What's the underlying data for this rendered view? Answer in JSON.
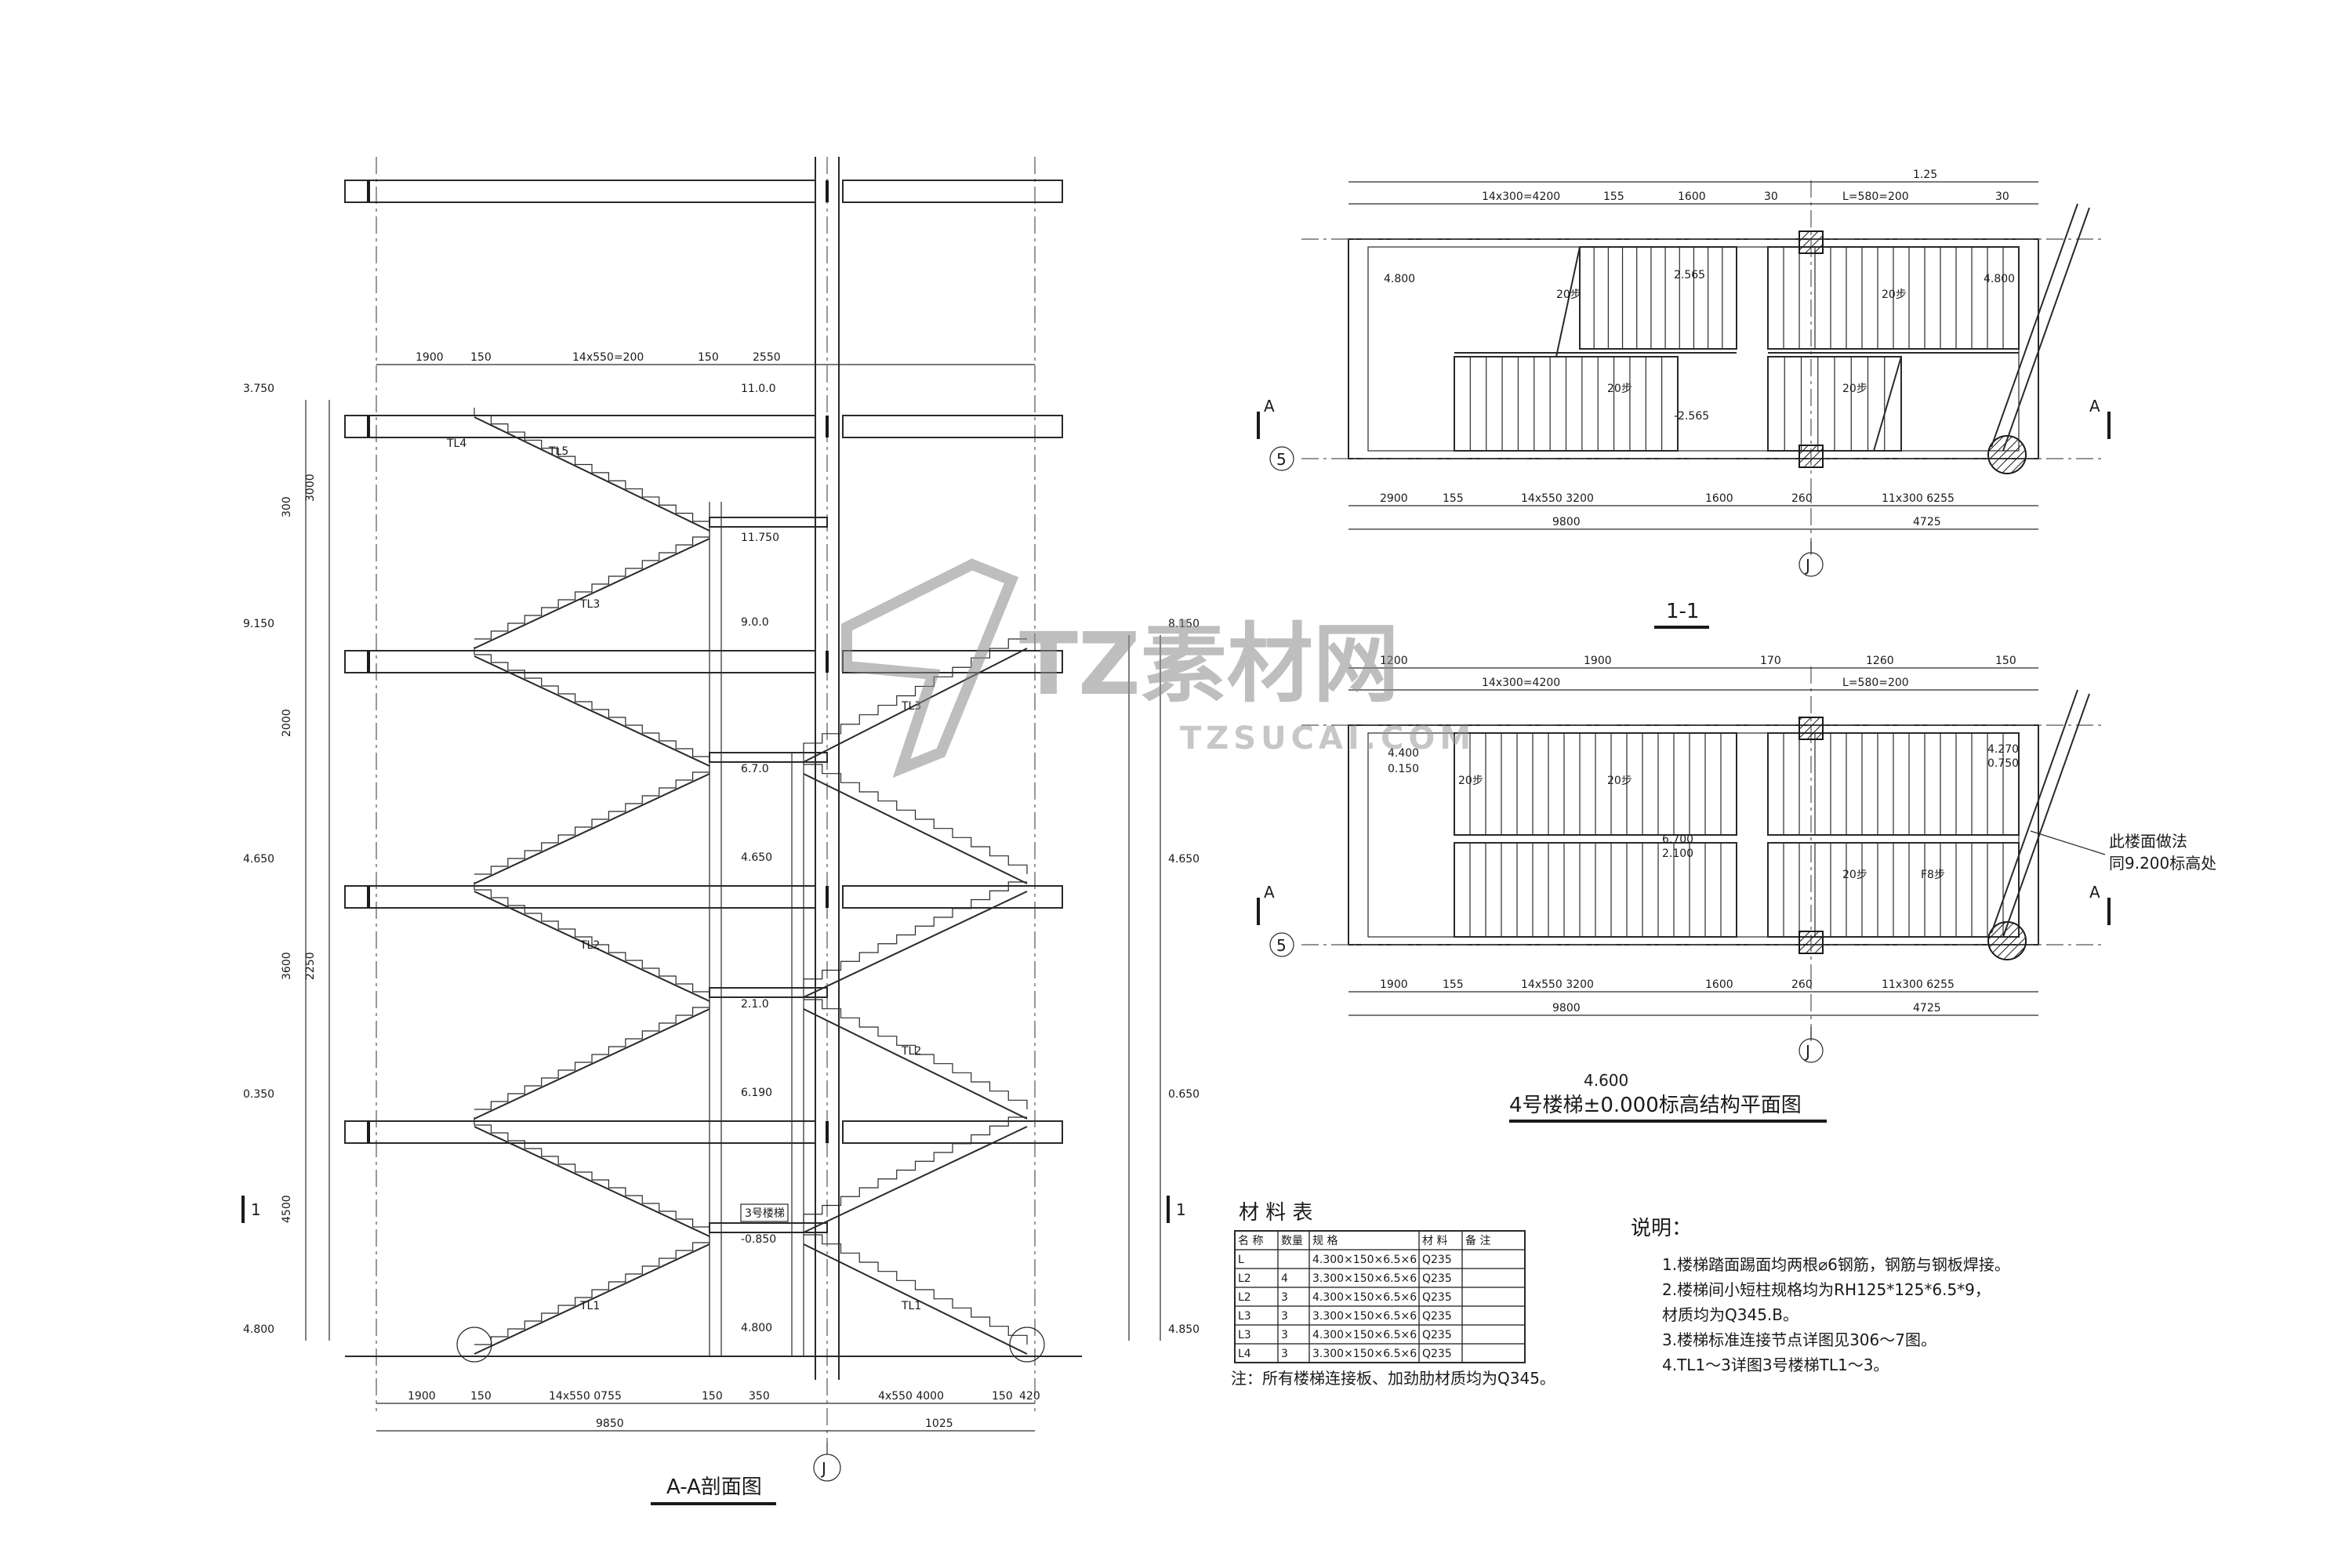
{
  "section": {
    "title": "A-A剖面图",
    "axis_j": "J",
    "elevations_left": [
      "3.750",
      "9.150",
      "4.650",
      "0.350",
      "4.800"
    ],
    "elevations_right": [
      "8.150",
      "4.650",
      "0.650",
      "4.850"
    ],
    "landings": [
      "11.0.0",
      "11.750",
      "9.0.0",
      "6.7.0",
      "4.650",
      "2.1.0",
      "6.190",
      "-0.850",
      "4.800"
    ],
    "section_mark": "1",
    "beam_labels": [
      "TL4",
      "TL5",
      "TL3",
      "TL2",
      "TL1",
      "TL3",
      "TL2",
      "TL1"
    ],
    "top_dims": [
      "1900",
      "150",
      "14x550=200",
      "150",
      "2550"
    ],
    "bottom_dims": [
      "1900",
      "150",
      "14x550 0755",
      "150",
      "350",
      "4x550 4000",
      "150",
      "420"
    ],
    "bottom_total": [
      "9850",
      "1025"
    ],
    "left_heights": [
      "300",
      "3000",
      "2000",
      "3600",
      "2250",
      "4500"
    ],
    "note_tag": "3号楼梯"
  },
  "plan_top": {
    "title": "1-1",
    "axis_5": "5",
    "axis_j": "J",
    "section_a": "A",
    "top_dims": [
      "14x300=4200",
      "155",
      "1600",
      "30",
      "L=580=200",
      "30",
      "1.25"
    ],
    "bottom_dims": [
      "2900",
      "155",
      "14x550 3200",
      "1600",
      "260",
      "11x300 6255"
    ],
    "bottom_total": [
      "9800",
      "4725"
    ],
    "levels": [
      "4.800",
      "2.565",
      "-2.565",
      "4.800"
    ],
    "arrow": "20步"
  },
  "plan_bottom": {
    "title_num": "4.600",
    "title": "4号楼梯±0.000标高结构平面图",
    "axis_5": "5",
    "axis_j": "J",
    "section_a": "A",
    "top_dims": [
      "1200",
      "1900",
      "170",
      "1260",
      "150"
    ],
    "bottom_dims": [
      "1900",
      "155",
      "14x550 3200",
      "1600",
      "260",
      "11x300 6255"
    ],
    "bottom_total": [
      "9800",
      "4725"
    ],
    "levels": [
      "4.400",
      "0.150",
      "6.700",
      "2.100",
      "4.270",
      "0.750"
    ],
    "note": "此楼面做法",
    "note2": "同9.200标高处",
    "arrows": [
      "20步",
      "20步",
      "20步",
      "F8步"
    ]
  },
  "material_table": {
    "title": "材 料 表",
    "headers": [
      "名 称",
      "数量",
      "规    格",
      "材 料",
      "备 注"
    ],
    "rows": [
      [
        "L",
        "",
        "4.300×150×6.5×6",
        "Q235",
        ""
      ],
      [
        "L2",
        "4",
        "3.300×150×6.5×6",
        "Q235",
        ""
      ],
      [
        "L2",
        "3",
        "4.300×150×6.5×6",
        "Q235",
        ""
      ],
      [
        "L3",
        "3",
        "3.300×150×6.5×6",
        "Q235",
        ""
      ],
      [
        "L3",
        "3",
        "4.300×150×6.5×6",
        "Q235",
        ""
      ],
      [
        "L4",
        "3",
        "3.300×150×6.5×6",
        "Q235",
        ""
      ]
    ],
    "footnote": "注：所有楼梯连接板、加劲肋材质均为Q345。"
  },
  "notes": {
    "title": "说明：",
    "items": [
      "1.楼梯踏面踢面均两根⌀6钢筋，钢筋与钢板焊接。",
      "2.楼梯间小短柱规格均为RH125*125*6.5*9，",
      "  材质均为Q345.B。",
      "3.楼梯标准连接节点详图见306～7图。",
      "4.TL1～3详图3号楼梯TL1～3。"
    ]
  },
  "watermark": {
    "text": "TZ素材网",
    "url": "TZSUCAI.COM"
  }
}
